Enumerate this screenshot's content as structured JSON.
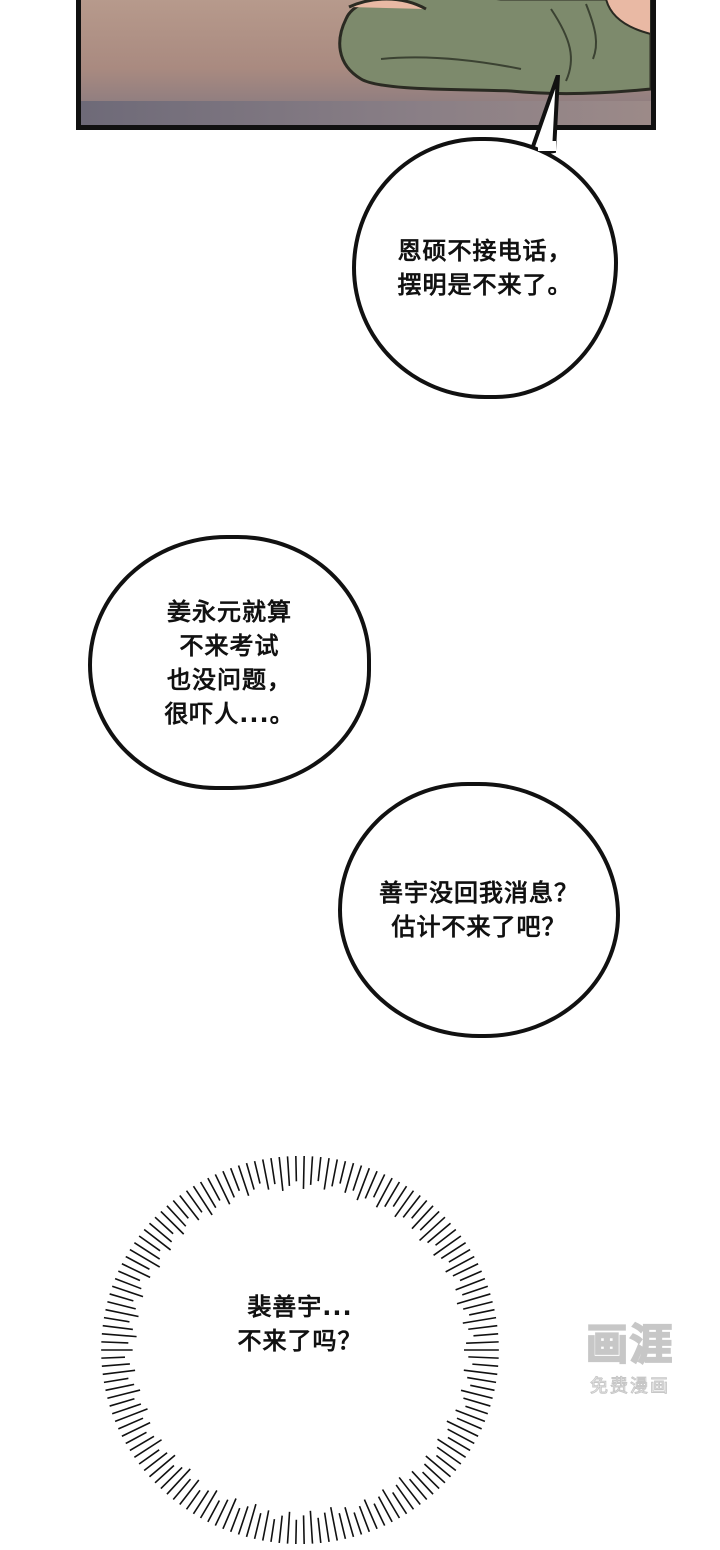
{
  "bubbles": [
    {
      "lines": [
        "恩硕不接电话，",
        "摆明是不来了。"
      ]
    },
    {
      "lines": [
        "姜永元就算",
        "不来考试",
        "也没问题，",
        "很吓人...。"
      ]
    },
    {
      "lines": [
        "善宇没回我消息？",
        "估计不来了吧？"
      ]
    }
  ],
  "burst": {
    "lines": [
      "裴善宇...",
      "不来了吗？"
    ]
  },
  "watermark": {
    "logo": "画涯",
    "sub": "免费漫画"
  },
  "colors": {
    "ink": "#111111",
    "panel_bg": "#a98a80",
    "sweater": "#7d8a6c"
  }
}
